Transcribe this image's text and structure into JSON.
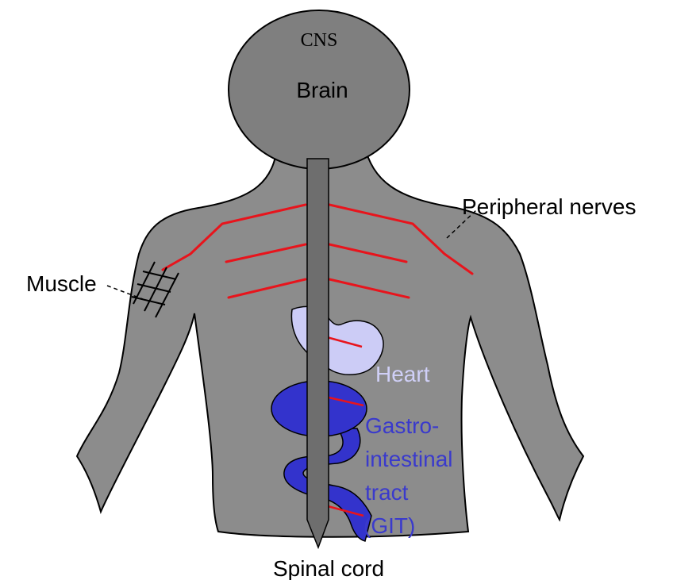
{
  "labels": {
    "cns": "CNS",
    "brain": "Brain",
    "peripheral_nerves": "Peripheral nerves",
    "muscle": "Muscle",
    "heart": "Heart",
    "git_line1": "Gastro-",
    "git_line2": "intestinal",
    "git_line3": "tract",
    "git_line4": "(GIT)",
    "spinal_cord": "Spinal cord"
  },
  "colors": {
    "body": "#8c8c8c",
    "brain": "#7f7f7f",
    "spinal_cord": "#6e6e6e",
    "nerve": "#e8141c",
    "heart_fill": "#ccccf6",
    "heart_label": "#d0d0f8",
    "git_fill": "#3333cc",
    "git_label": "#3a3acc",
    "outline": "#000000",
    "text": "#000000"
  }
}
